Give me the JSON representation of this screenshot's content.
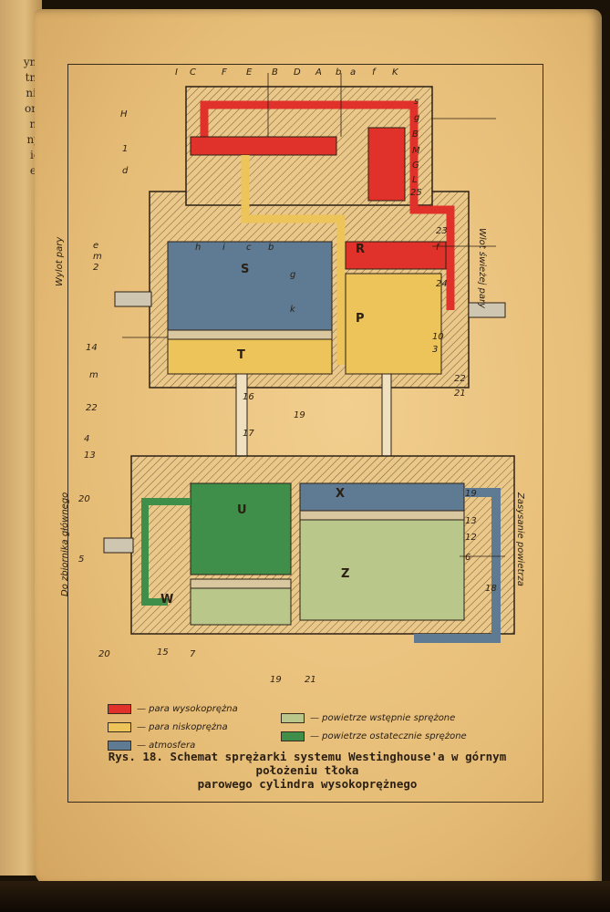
{
  "page_fragment_left": [
    "ym",
    "tn,",
    "ni-",
    "or-",
    "n,",
    "ny",
    "ię",
    "e-"
  ],
  "colors": {
    "high_pressure_steam": "#e0322a",
    "low_pressure_steam": "#edc45a",
    "atmosphere": "#5f7b93",
    "preliminarily_compressed_air": "#b9c88a",
    "finally_compressed_air": "#3f8f4a"
  },
  "legend": [
    {
      "key": "high",
      "label": "— para wysokoprężna",
      "color": "#e0322a"
    },
    {
      "key": "low",
      "label": "— para niskoprężna",
      "color": "#edc45a"
    },
    {
      "key": "atm",
      "label": "— atmosfera",
      "color": "#5f7b93"
    },
    {
      "key": "pre",
      "label": "— powietrze wstępnie sprężone",
      "color": "#b9c88a"
    },
    {
      "key": "fin",
      "label": "— powietrze ostatecznie sprężone",
      "color": "#3f8f4a"
    }
  ],
  "caption": {
    "line1": "Rys. 18. Schemat sprężarki systemu Westinghouse'a w górnym położeniu tłoka",
    "line2": "parowego cylindra wysokoprężnego"
  },
  "side_labels": {
    "steam_outlet": "Wylot pary",
    "fresh_steam_inlet": "Wlot świeżej pary",
    "to_main_reservoir": "Do zbiornika głównego",
    "air_intake": "Zasysanie powietrza"
  },
  "chamber_letters": {
    "S": "S",
    "R": "R",
    "P": "P",
    "T": "T",
    "U": "U",
    "X": "X",
    "Z": "Z",
    "W": "W"
  },
  "top_letters": [
    "I",
    "C",
    "F",
    "E",
    "B",
    "D",
    "A",
    "b",
    "a",
    "f",
    "K"
  ],
  "right_letters": [
    "s",
    "g",
    "B",
    "M",
    "G",
    "L",
    "25",
    "23",
    "f",
    "24",
    "10",
    "3",
    "22",
    "21",
    "19",
    "13",
    "12",
    "6",
    "18"
  ],
  "left_letters": [
    "H",
    "1",
    "d",
    "e",
    "2",
    "m",
    "14",
    "m",
    "22",
    "4",
    "13",
    "20",
    "5",
    "20"
  ],
  "inner_letters": [
    "h",
    "i",
    "c",
    "b",
    "g",
    "k",
    "16",
    "17",
    "19",
    "15",
    "7",
    "19",
    "21"
  ]
}
